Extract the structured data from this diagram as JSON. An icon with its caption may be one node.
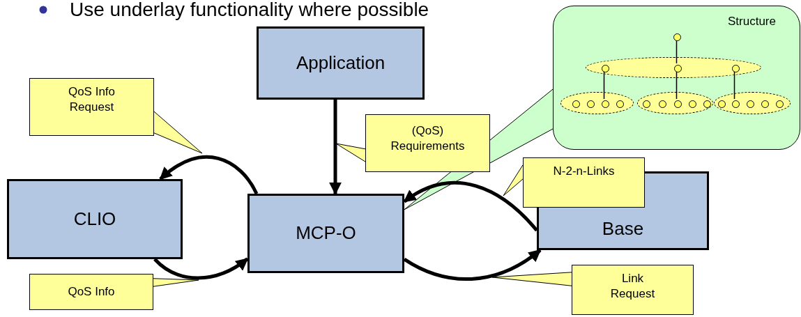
{
  "diagram": {
    "nodes": [
      {
        "text": [
          "Application"
        ]
      },
      {
        "text": [
          "QoS Info Request"
        ]
      },
      {
        "text": [
          "(QoS) Requirements"
        ]
      },
      {
        "text": [
          "Structure"
        ]
      },
      {
        "text": [],
        "shape": "circle",
        "in": 3
      },
      {
        "text": [],
        "shape": "ellipse",
        "in": 3
      },
      {
        "text": [],
        "shape": "circle",
        "in": 5
      },
      {
        "text": [],
        "shape": "circle",
        "in": 5
      },
      {
        "text": [],
        "shape": "circle",
        "in": 5
      },
      {
        "text": [],
        "shape": "ellipse",
        "in": 3
      },
      {
        "text": [],
        "shape": "circle",
        "in": 9
      },
      {
        "text": [],
        "shape": "circle",
        "in": 9
      },
      {
        "text": [],
        "shape": "circle",
        "in": 9
      },
      {
        "text": [],
        "shape": "circle",
        "in": 9
      },
      {
        "text": [],
        "shape": "ellipse",
        "in": 3
      },
      {
        "text": [],
        "shape": "circle",
        "in": 14
      },
      {
        "text": [],
        "shape": "circle",
        "in": 14
      },
      {
        "text": [],
        "shape": "circle",
        "in": 14
      },
      {
        "text": [],
        "shape": "circle",
        "in": 14
      },
      {
        "text": [],
        "shape": "circle",
        "in": 14
      },
      {
        "text": [],
        "shape": "ellipse",
        "in": 3
      },
      {
        "text": [],
        "shape": "circle",
        "in": 20
      },
      {
        "text": [],
        "shape": "circle",
        "in": 20
      },
      {
        "text": [],
        "shape": "circle",
        "in": 20
      },
      {
        "text": [],
        "shape": "circle",
        "in": 20
      },
      {
        "text": [],
        "shape": "circle",
        "in": 20
      },
      {
        "text": [
          "N-2-n-Links"
        ]
      },
      {
        "text": [
          "CLIO"
        ]
      },
      {
        "text": [
          "MCP-O"
        ]
      },
      {
        "text": [
          "Base"
        ]
      },
      {
        "text": [
          "QoS Info"
        ]
      },
      {
        "text": [
          "Link Request"
        ]
      }
    ],
    "edges": [
      {
        "from": 28,
        "to": 27,
        "arrow": "to",
        "style": "thick"
      },
      {
        "from": 27,
        "to": 28,
        "arrow": "to",
        "style": "thick"
      },
      {
        "from": 0,
        "to": 28,
        "arrow": "to",
        "style": "thick"
      },
      {
        "from": 29,
        "to": 28,
        "arrow": "to",
        "style": "thick"
      },
      {
        "from": 28,
        "to": 29,
        "arrow": "to",
        "style": "thick"
      },
      {
        "from": 1,
        "to": null,
        "arrow": "none"
      },
      {
        "from": 2,
        "to": null,
        "arrow": "none"
      },
      {
        "from": 26,
        "to": null,
        "arrow": "none"
      },
      {
        "from": 30,
        "to": null,
        "arrow": "none"
      },
      {
        "from": 31,
        "to": null,
        "arrow": "none"
      },
      {
        "from": 3,
        "to": 28,
        "arrow": "none"
      },
      {
        "from": 4,
        "to": 7,
        "arrow": "none"
      },
      {
        "from": 6,
        "to": 12,
        "arrow": "none"
      },
      {
        "from": 7,
        "to": 17,
        "arrow": "none"
      },
      {
        "from": 8,
        "to": 22,
        "arrow": "none"
      }
    ],
    "labels": [
      "Use underlay functionality where possible"
    ]
  }
}
